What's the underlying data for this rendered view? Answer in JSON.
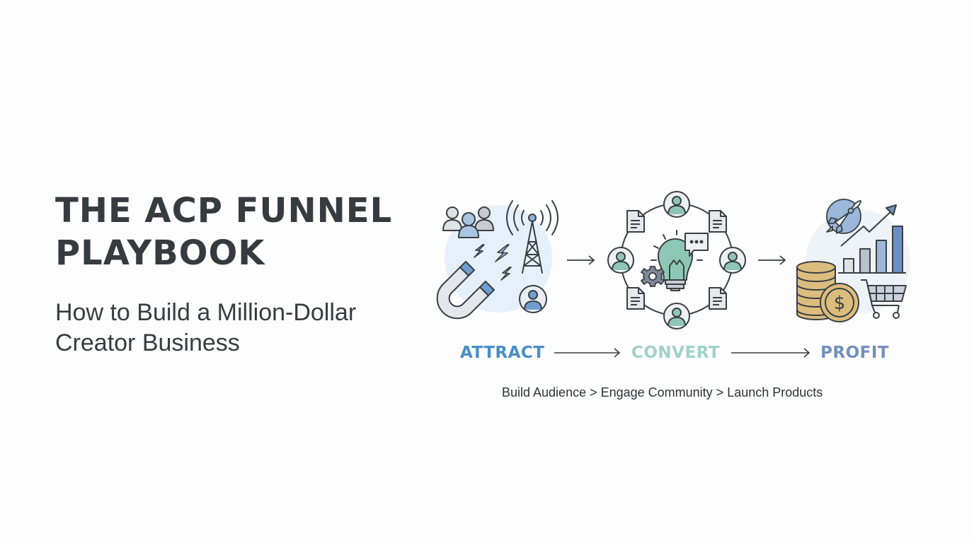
{
  "slide": {
    "title_lines": [
      "THE ACP FUNNEL",
      "PLAYBOOK"
    ],
    "subtitle_lines": [
      "How to Build a Million-Dollar",
      "Creator Business"
    ],
    "colors": {
      "background": "#fdfdfd",
      "text": "#373b3f",
      "attract": "#4a8ec6",
      "convert": "#9fd3c4",
      "profit": "#7390bd",
      "outline": "#3a3f44",
      "icon_blue_fill": "#8fb2d8",
      "icon_teal_fill": "#8ec8b4",
      "icon_gold_fill": "#dcbd7e",
      "halo_blue": "#e6f0fa",
      "halo_grey": "#eef3f8"
    }
  },
  "funnel": {
    "stages": [
      {
        "label": "ATTRACT",
        "icons": [
          "people-group-icon",
          "radio-tower-icon",
          "magnet-icon",
          "lightning-bolt-icon",
          "user-avatar-icon"
        ]
      },
      {
        "label": "CONVERT",
        "icons": [
          "lightbulb-icon",
          "chat-bubble-icon",
          "gear-icon",
          "document-icon",
          "user-avatar-icon",
          "network-ring-icon"
        ]
      },
      {
        "label": "PROFIT",
        "icons": [
          "rocket-icon",
          "bar-chart-growth-icon",
          "coin-stack-icon",
          "dollar-coin-icon",
          "shopping-cart-icon"
        ]
      }
    ],
    "connector_glyph": "→",
    "caption": "Build Audience > Engage Community > Launch Products"
  }
}
